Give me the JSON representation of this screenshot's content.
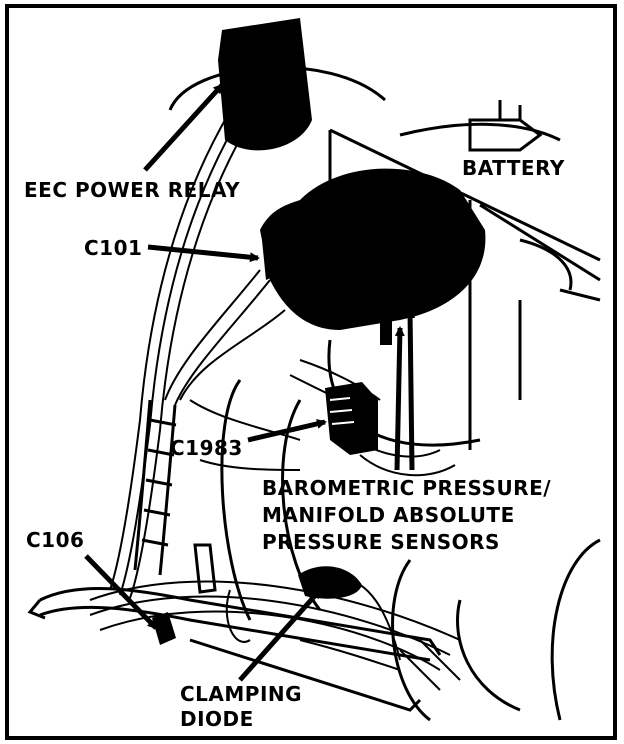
{
  "labels": {
    "eec_power_relay": "EEC POWER RELAY",
    "battery": "BATTERY",
    "c101": "C101",
    "c1983": "C1983",
    "baro_line1": "BAROMETRIC PRESSURE/",
    "baro_line2": "MANIFOLD ABSOLUTE",
    "baro_line3": "PRESSURE SENSORS",
    "c106": "C106",
    "clamping_line1": "CLAMPING",
    "clamping_line2": "DIODE"
  },
  "colors": {
    "ink": "#000000",
    "paper": "#ffffff"
  }
}
